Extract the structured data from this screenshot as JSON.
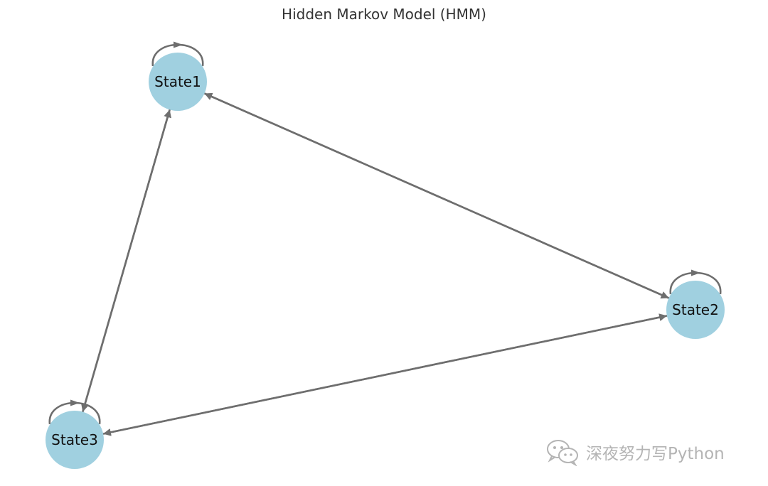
{
  "title": "Hidden Markov Model (HMM)",
  "nodes": [
    {
      "id": "State1",
      "label": "State1"
    },
    {
      "id": "State2",
      "label": "State2"
    },
    {
      "id": "State3",
      "label": "State3"
    }
  ],
  "edges": [
    {
      "from": "State1",
      "to": "State1"
    },
    {
      "from": "State1",
      "to": "State2"
    },
    {
      "from": "State1",
      "to": "State3"
    },
    {
      "from": "State2",
      "to": "State1"
    },
    {
      "from": "State2",
      "to": "State2"
    },
    {
      "from": "State2",
      "to": "State3"
    },
    {
      "from": "State3",
      "to": "State1"
    },
    {
      "from": "State3",
      "to": "State2"
    },
    {
      "from": "State3",
      "to": "State3"
    }
  ],
  "colors": {
    "node_fill": "#a0d0e0",
    "edge": "#6e6e6e",
    "title": "#333333",
    "label": "#111111",
    "watermark": "#b4b4b4"
  },
  "watermark": {
    "icon": "wechat-icon",
    "text": "深夜努力写Python"
  }
}
